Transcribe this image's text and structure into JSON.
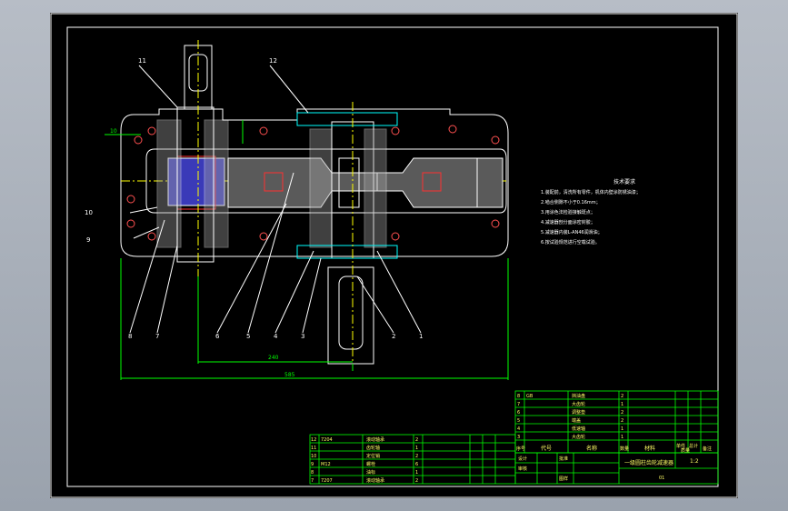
{
  "drawing": {
    "title": "一级圆柱齿轮减速器",
    "scale": "1:2",
    "sheet_no": "01"
  },
  "callouts": [
    "1",
    "2",
    "3",
    "4",
    "5",
    "6",
    "7",
    "8",
    "9",
    "10",
    "11",
    "12"
  ],
  "dimensions": {
    "center_distance": "240",
    "overall_width": "585",
    "left_small": "10"
  },
  "tech_requirements": {
    "heading": "技术要求",
    "lines": [
      "1.装配前，清洗所有零件，机体内壁涂防锈油漆；",
      "2.啮合侧隙不小于0.16mm；",
      "3.用涂色法检验接触斑点；",
      "4.减速器剖分面涂密封胶；",
      "5.减速器内装L-AN46润滑油；",
      "6.按试验规范进行空载试验。"
    ]
  },
  "upper_parts_table": {
    "rows": [
      {
        "no": "8",
        "code": "GB",
        "name": "挡油盘",
        "qty": "2"
      },
      {
        "no": "7",
        "code": "",
        "name": "大齿轮",
        "qty": "1"
      },
      {
        "no": "6",
        "code": "",
        "name": "调整垫",
        "qty": "2"
      },
      {
        "no": "5",
        "code": "",
        "name": "端盖",
        "qty": "2"
      },
      {
        "no": "4",
        "code": "",
        "name": "低速轴",
        "qty": "1"
      },
      {
        "no": "3",
        "code": "",
        "name": "大齿轮",
        "qty": "1"
      }
    ],
    "header": {
      "no": "序号",
      "code": "代号",
      "name": "名称",
      "qty": "数量",
      "material": "材料",
      "unit_mass": "单件",
      "total_mass": "总计",
      "mass": "质量",
      "remark": "备注"
    }
  },
  "lower_parts_table": {
    "rows": [
      {
        "no": "12",
        "code": "7204",
        "name": "滚动轴承",
        "qty": "2"
      },
      {
        "no": "11",
        "code": "",
        "name": "齿轮轴",
        "qty": "1"
      },
      {
        "no": "10",
        "code": "",
        "name": "定位销",
        "qty": "2"
      },
      {
        "no": "9",
        "code": "M12",
        "name": "螺栓",
        "qty": "6"
      },
      {
        "no": "8",
        "code": "",
        "name": "油标",
        "qty": "1"
      },
      {
        "no": "7",
        "code": "7207",
        "name": "滚动轴承",
        "qty": "2"
      }
    ]
  },
  "title_block": {
    "design_label": "设计",
    "check_label": "审核",
    "approve_label": "批准",
    "drawing_label": "图样"
  }
}
